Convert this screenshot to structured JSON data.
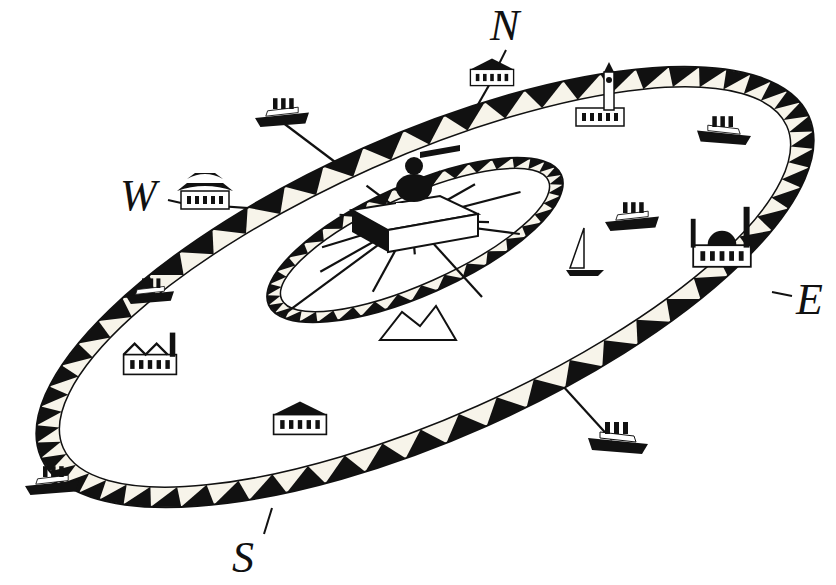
{
  "diagram": {
    "labels": [
      "N",
      "W",
      "S",
      "E"
    ]
  }
}
